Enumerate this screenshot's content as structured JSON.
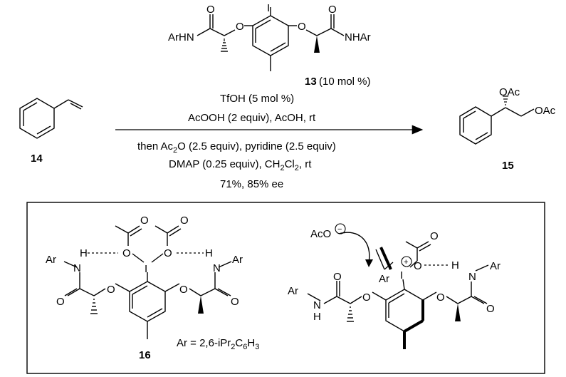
{
  "catalyst": {
    "number": "13",
    "loading": "(10 mol %)",
    "left_amide": "ArHN",
    "right_amide": "NHAr",
    "o_left": "O",
    "o_right": "O",
    "carbonyl_o_left": "O",
    "carbonyl_o_right": "O",
    "iodine": "I"
  },
  "substrate": {
    "number": "14"
  },
  "product": {
    "number": "15",
    "oac_top": "OAc",
    "oac_right": "OAc"
  },
  "conditions": {
    "line1": "TfOH (5 mol %)",
    "line2": "AcOOH (2 equiv), AcOH, rt",
    "line3_a": "then Ac",
    "line3_sub": "2",
    "line3_b": "O (2.5 equiv), pyridine (2.5 equiv)",
    "line4_a": "DMAP (0.25 equiv), CH",
    "line4_sub1": "2",
    "line4_b": "Cl",
    "line4_sub2": "2",
    "line4_c": ", rt",
    "line5": "71%, 85% ee"
  },
  "box": {
    "left": {
      "number": "16",
      "ar_left": "Ar",
      "h_left": "H",
      "n_left": "N",
      "ar_right": "Ar",
      "h_right": "H",
      "n_right": "N",
      "iodine": "I",
      "o_left_acetate": "O",
      "o_right_acetate": "O",
      "o_left_carbonyl": "O",
      "o_right_carbonyl": "O",
      "o_left_ether": "O",
      "o_right_ether": "O",
      "acetate_top_left": "O",
      "acetate_top_right": "O"
    },
    "ar_definition_a": "Ar = 2,6-iPr",
    "ar_definition_sub1": "2",
    "ar_definition_b": "C",
    "ar_definition_sub2": "6",
    "ar_definition_c": "H",
    "ar_definition_sub3": "3",
    "right": {
      "aco": "AcO",
      "minus": "−",
      "plus": "+",
      "iodine": "I",
      "ar_alkene": "Ar",
      "h_bond": "H",
      "n_right": "N",
      "ar_right": "Ar",
      "ar_left": "Ar",
      "n_left": "N",
      "h_left": "H",
      "o_acetate": "O",
      "o_acetate_top": "O",
      "o_left_ether": "O",
      "o_right_ether": "O",
      "o_left_carbonyl": "O",
      "o_right_carbonyl": "O"
    }
  }
}
